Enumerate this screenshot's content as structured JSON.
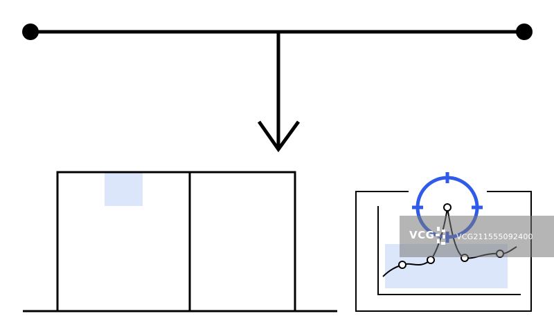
{
  "colors": {
    "stroke": "#000000",
    "accent_blue": "#2f5bea",
    "fill_light_blue": "#dbe6fa",
    "watermark_bg": "#787878",
    "background": "#ffffff"
  },
  "icons": {
    "timeline": "horizontal-line-with-end-dots",
    "arrow": "arrow-down-icon",
    "box": "package-box-icon",
    "chart": "line-chart-icon",
    "target": "crosshair-target-icon"
  },
  "watermark": {
    "logo_text": "VCG",
    "id_text": "VCG211555092400"
  }
}
